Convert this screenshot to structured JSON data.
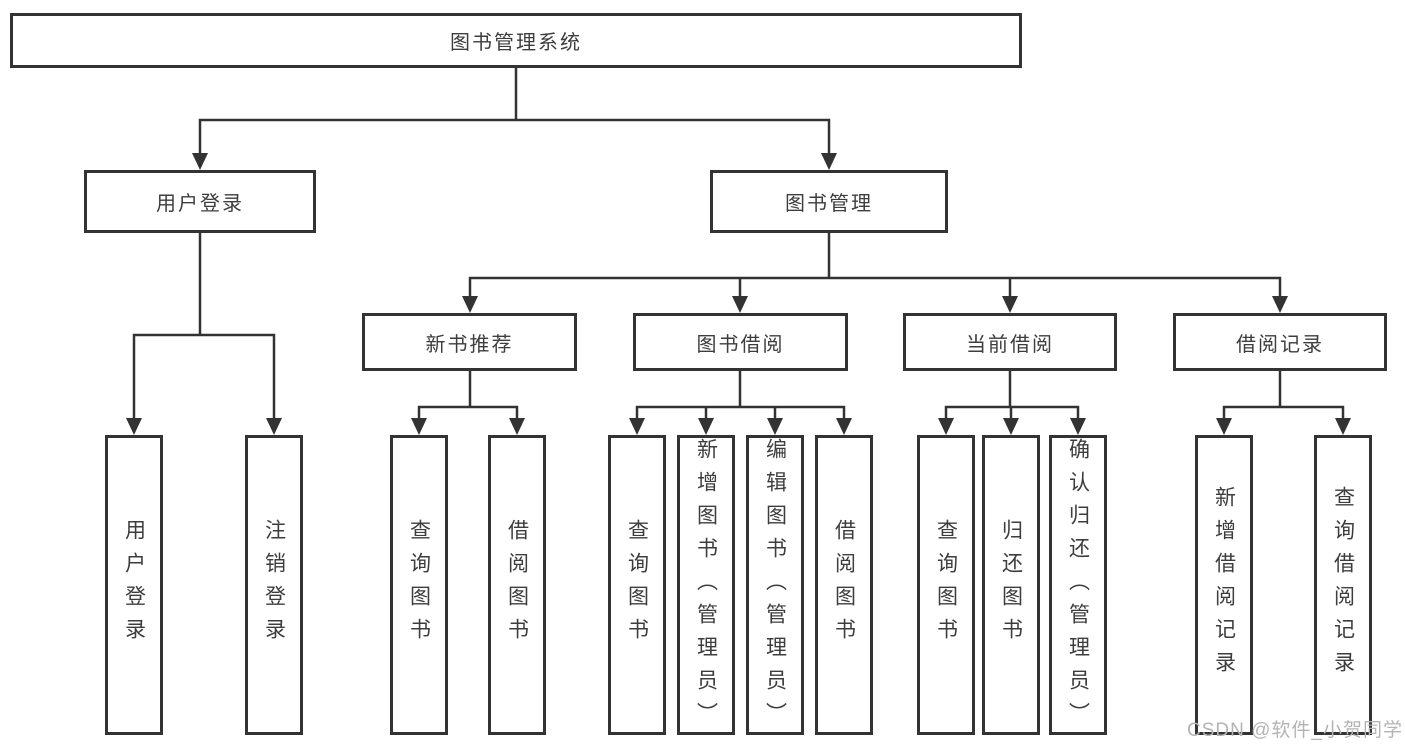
{
  "watermark": "CSDN @软件_小贺同学",
  "colors": {
    "line": "#333333",
    "text": "#3d3d3d",
    "watermark": "#b4b4b4",
    "background": "#ffffff"
  },
  "tree": {
    "root": {
      "label": "图书管理系统"
    },
    "branches": [
      {
        "label": "用户登录",
        "children": [
          {
            "label": "用户登录"
          },
          {
            "label": "注销登录"
          }
        ]
      },
      {
        "label": "图书管理",
        "children": [
          {
            "label": "新书推荐",
            "children": [
              {
                "label": "查询图书"
              },
              {
                "label": "借阅图书"
              }
            ]
          },
          {
            "label": "图书借阅",
            "children": [
              {
                "label": "查询图书"
              },
              {
                "label": "新增图书（管理员）"
              },
              {
                "label": "编辑图书（管理员）"
              },
              {
                "label": "借阅图书"
              }
            ]
          },
          {
            "label": "当前借阅",
            "children": [
              {
                "label": "查询图书"
              },
              {
                "label": "归还图书"
              },
              {
                "label": "确认归还（管理员）"
              }
            ]
          },
          {
            "label": "借阅记录",
            "children": [
              {
                "label": "新增借阅记录"
              },
              {
                "label": "查询借阅记录"
              }
            ]
          }
        ]
      }
    ]
  }
}
